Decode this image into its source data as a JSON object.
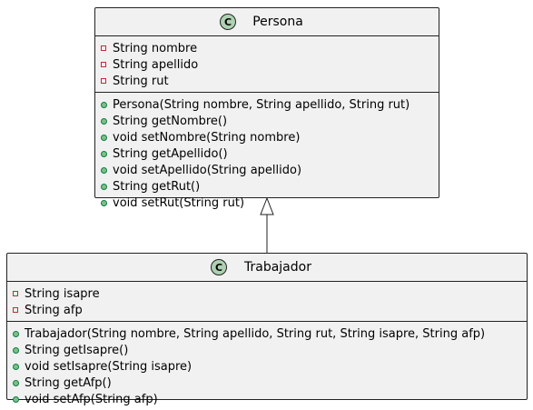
{
  "diagram": {
    "classes": [
      {
        "badge": "C",
        "name": "Persona",
        "attributes": [
          {
            "visibility": "private",
            "text": "String nombre"
          },
          {
            "visibility": "private",
            "text": "String apellido"
          },
          {
            "visibility": "private",
            "text": "String rut"
          }
        ],
        "methods": [
          {
            "visibility": "public",
            "text": "Persona(String nombre, String apellido, String rut)"
          },
          {
            "visibility": "public",
            "text": "String getNombre()"
          },
          {
            "visibility": "public",
            "text": "void setNombre(String nombre)"
          },
          {
            "visibility": "public",
            "text": "String getApellido()"
          },
          {
            "visibility": "public",
            "text": "void setApellido(String apellido)"
          },
          {
            "visibility": "public",
            "text": "String getRut()"
          },
          {
            "visibility": "public",
            "text": "void setRut(String rut)"
          }
        ]
      },
      {
        "badge": "C",
        "name": "Trabajador",
        "attributes": [
          {
            "visibility": "private",
            "text": "String isapre"
          },
          {
            "visibility": "private",
            "text": "String afp"
          }
        ],
        "methods": [
          {
            "visibility": "public",
            "text": "Trabajador(String nombre, String apellido, String rut, String isapre, String afp)"
          },
          {
            "visibility": "public",
            "text": "String getIsapre()"
          },
          {
            "visibility": "public",
            "text": "void setIsapre(String isapre)"
          },
          {
            "visibility": "public",
            "text": "String getAfp()"
          },
          {
            "visibility": "public",
            "text": "void setAfp(String afp)"
          }
        ]
      }
    ],
    "relations": [
      {
        "type": "inheritance",
        "from": "Trabajador",
        "to": "Persona"
      }
    ],
    "colors": {
      "box_fill": "#f1f1f1",
      "border": "#222222",
      "class_badge": "#add1b2",
      "private_marker": "#c82930",
      "public_marker_fill": "#84be84",
      "public_marker_border": "#038048"
    }
  }
}
